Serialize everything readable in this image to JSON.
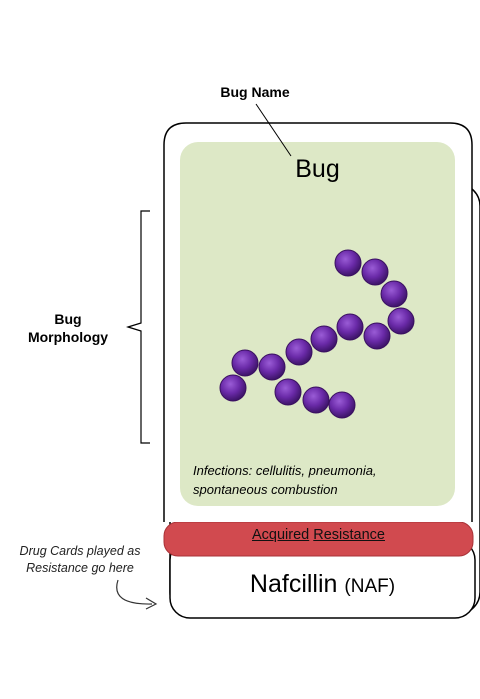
{
  "annotations": {
    "bug_name_label": "Bug Name",
    "morphology_label_line1": "Bug",
    "morphology_label_line2": "Morphology",
    "drug_cards_line1": "Drug Cards played as",
    "drug_cards_line2": "Resistance go here"
  },
  "bug_card": {
    "title": "Bug",
    "infections_line1": "Infections: cellulitis, pneumonia,",
    "infections_line2": "spontaneous combustion",
    "panel_color": "#dde8c6",
    "cocci_color": "#6a2aa8"
  },
  "resistance_strip": {
    "word1": "Acquired",
    "word2": "Resistance",
    "color": "#d14a4f"
  },
  "drug_card": {
    "name": "Nafcillin",
    "abbreviation": "(NAF)"
  }
}
